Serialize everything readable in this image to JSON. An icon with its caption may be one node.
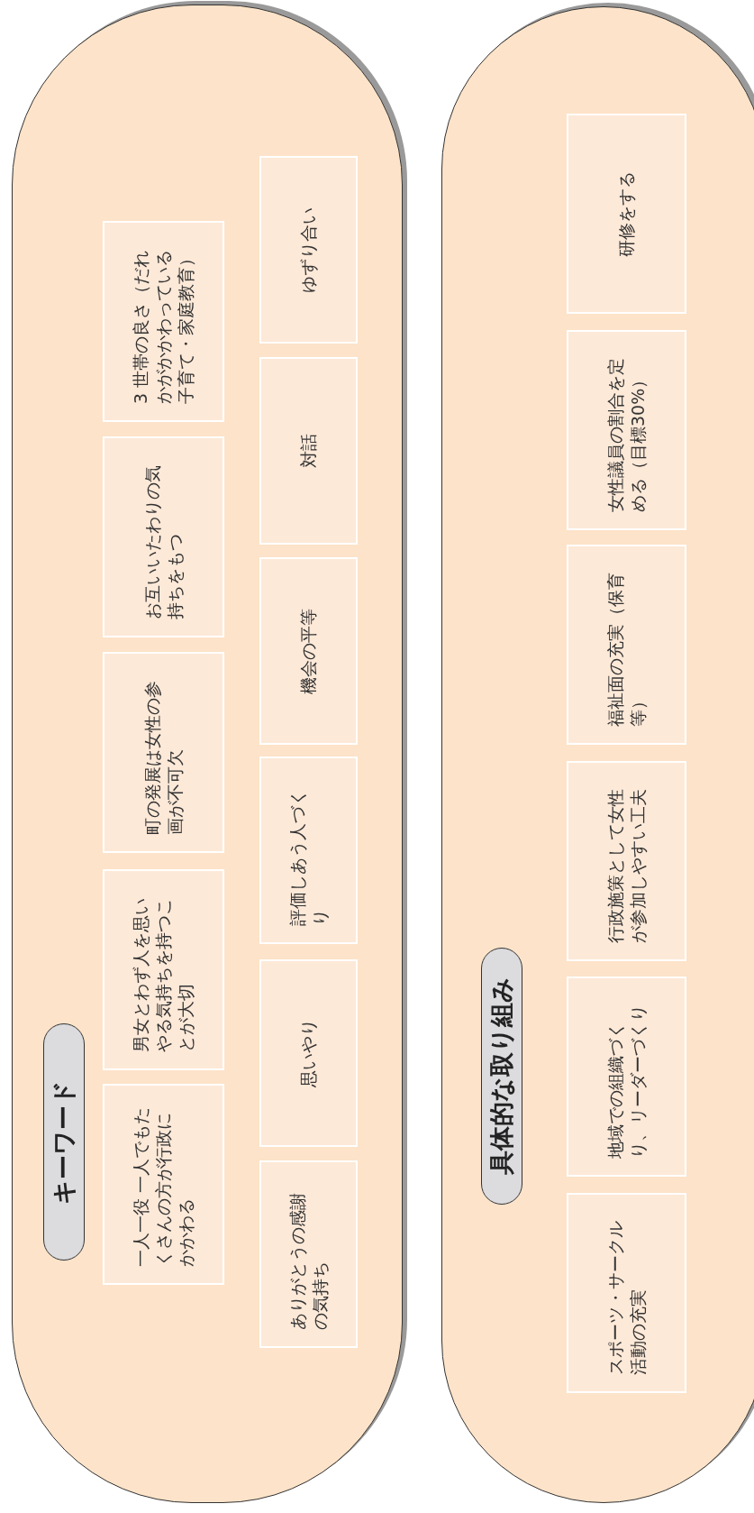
{
  "diagram": {
    "nodes": [
      {
        "text": [
          "キーワード"
        ]
      },
      {
        "text": [
          "一人一役 一人でもたくさんの方が行政にかかわる"
        ],
        "in": 0
      },
      {
        "text": [
          "男女とわず人を思いやる気持ちを持つことが大切"
        ],
        "in": 0
      },
      {
        "text": [
          "町の発展は女性の参画が不可欠"
        ],
        "in": 0
      },
      {
        "text": [
          "お互いいたわりの気持ちをもつ"
        ],
        "in": 0
      },
      {
        "text": [
          "3 世帯の良さ（だれかがかかわっている子育て・家庭教育）"
        ],
        "in": 0
      },
      {
        "text": [
          "ありがとうの感謝の気持ち"
        ],
        "in": 0
      },
      {
        "text": [
          "思いやり"
        ],
        "in": 0
      },
      {
        "text": [
          "評価しあう人づくり"
        ],
        "in": 0
      },
      {
        "text": [
          "機会の平等"
        ],
        "in": 0
      },
      {
        "text": [
          "対話"
        ],
        "in": 0
      },
      {
        "text": [
          "ゆずり合い"
        ],
        "in": 0
      },
      {
        "text": [
          "具体的な取り組み"
        ]
      },
      {
        "text": [
          "スポーツ・サークル活動の充実"
        ],
        "in": 12
      },
      {
        "text": [
          "地域での組織づくり、リーダーづくり"
        ],
        "in": 12
      },
      {
        "text": [
          "行政施策として女性が参加しやすい工夫"
        ],
        "in": 12
      },
      {
        "text": [
          "福祉面の充実（保育等）"
        ],
        "in": 12
      },
      {
        "text": [
          "女性議員の割合を定める（目標30%）"
        ],
        "in": 12
      },
      {
        "text": [
          "研修をする"
        ],
        "in": 12
      }
    ]
  }
}
